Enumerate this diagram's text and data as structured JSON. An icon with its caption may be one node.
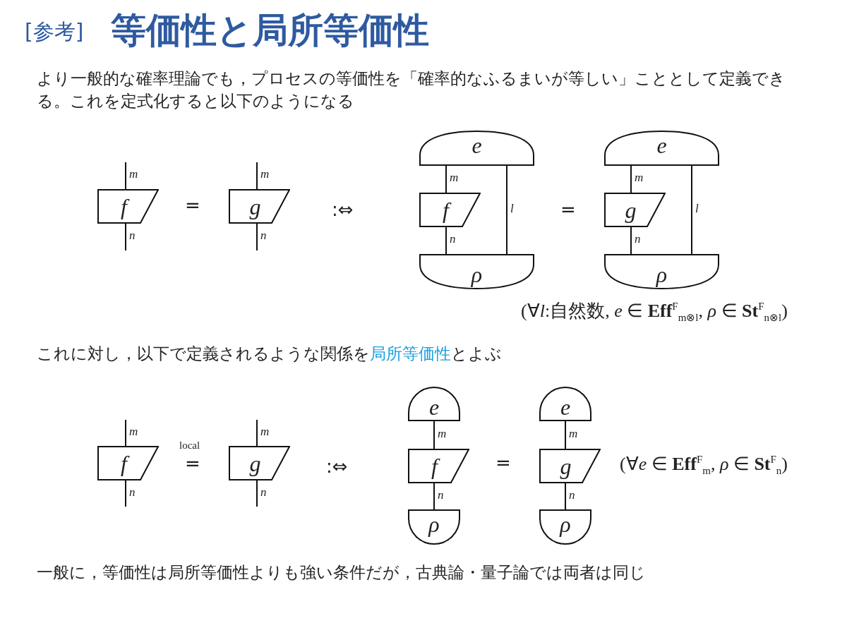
{
  "diagram": {
    "title": "等価性と局所等価性",
    "nodes": [
      {
        "text": [
          "f"
        ]
      },
      {
        "text": [
          "g"
        ]
      },
      {
        "text": [
          "e"
        ]
      },
      {
        "text": [
          "f"
        ]
      },
      {
        "text": [
          "ρ"
        ]
      },
      {
        "text": [
          "e"
        ]
      },
      {
        "text": [
          "g"
        ]
      },
      {
        "text": [
          "ρ"
        ]
      },
      {
        "text": [
          "f"
        ]
      },
      {
        "text": [
          "g"
        ]
      },
      {
        "text": [
          "e"
        ]
      },
      {
        "text": [
          "f"
        ]
      },
      {
        "text": [
          "ρ"
        ]
      },
      {
        "text": [
          "e"
        ]
      },
      {
        "text": [
          "g"
        ]
      },
      {
        "text": [
          "ρ"
        ]
      }
    ],
    "edges": [
      {
        "from": 0,
        "to": null,
        "arrow": "none",
        "label": "m"
      },
      {
        "from": null,
        "to": 0,
        "arrow": "none",
        "label": "n"
      },
      {
        "from": 1,
        "to": null,
        "arrow": "none",
        "label": "m"
      },
      {
        "from": null,
        "to": 1,
        "arrow": "none",
        "label": "n"
      },
      {
        "from": 3,
        "to": 2,
        "arrow": "none",
        "label": "m"
      },
      {
        "from": 4,
        "to": 3,
        "arrow": "none",
        "label": "n"
      },
      {
        "from": 4,
        "to": 2,
        "arrow": "none",
        "label": "l"
      },
      {
        "from": 6,
        "to": 5,
        "arrow": "none",
        "label": "m"
      },
      {
        "from": 7,
        "to": 6,
        "arrow": "none",
        "label": "n"
      },
      {
        "from": 7,
        "to": 5,
        "arrow": "none",
        "label": "l"
      },
      {
        "from": 8,
        "to": null,
        "arrow": "none",
        "label": "m"
      },
      {
        "from": null,
        "to": 8,
        "arrow": "none",
        "label": "n"
      },
      {
        "from": 9,
        "to": null,
        "arrow": "none",
        "label": "m"
      },
      {
        "from": null,
        "to": 9,
        "arrow": "none",
        "label": "n"
      },
      {
        "from": 11,
        "to": 10,
        "arrow": "none",
        "label": "m"
      },
      {
        "from": 12,
        "to": 11,
        "arrow": "none",
        "label": "n"
      },
      {
        "from": 14,
        "to": 13,
        "arrow": "none",
        "label": "m"
      },
      {
        "from": 15,
        "to": 14,
        "arrow": "none",
        "label": "n"
      }
    ],
    "labels": [
      "[参考]",
      "より一般的な確率理論でも，プロセスの等価性を「確率的なふるまいが等しい」こととして定義できる。これを定式化すると以下のようになる",
      "=",
      ":⇔",
      "=",
      "(∀*l*:自然数, *e* ∈ **Eff**$^{F}$$_{m⊗l}$, *ρ* ∈ **St**$^{F}$$_{n⊗l}$)",
      "これに対し，以下で定義されるような関係を",
      "局所等価性",
      "とよぶ",
      "local",
      "=",
      ":⇔",
      "=",
      "(∀*e* ∈ **Eff**$^{F}$$_{m}$, *ρ* ∈ **St**$^{F}$$_{n}$)",
      "一般に，等価性は局所等価性よりも強い条件だが，古典論・量子論では両者は同じ"
    ]
  }
}
